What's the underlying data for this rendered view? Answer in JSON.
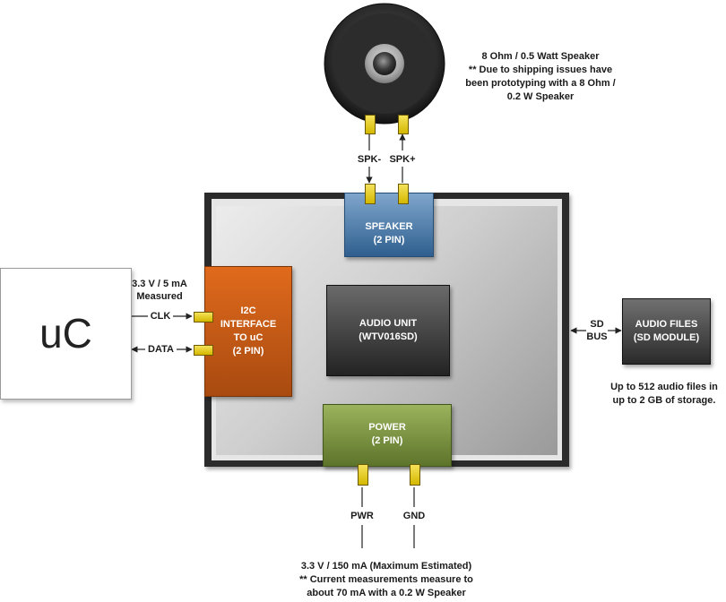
{
  "speaker": {
    "note_line1": "8 Ohm / 0.5 Watt Speaker",
    "note_line2": "** Due to shipping issues have",
    "note_line3": "been prototyping with a 8 Ohm /",
    "note_line4": "0.2 W Speaker"
  },
  "pins": {
    "spk_minus": "SPK-",
    "spk_plus": "SPK+",
    "clk": "CLK",
    "data": "DATA",
    "pwr": "PWR",
    "gnd": "GND"
  },
  "blocks": {
    "speaker_line1": "SPEAKER",
    "speaker_line2": "(2 PIN)",
    "i2c_line1": "I2C",
    "i2c_line2": "INTERFACE",
    "i2c_line3": "TO uC",
    "i2c_line4": "(2 PIN)",
    "audio_line1": "AUDIO UNIT",
    "audio_line2": "(WTV016SD)",
    "power_line1": "POWER",
    "power_line2": "(2 PIN)",
    "sd_line1": "AUDIO FILES",
    "sd_line2": "(SD MODULE)",
    "uc": "uC"
  },
  "annotations": {
    "i2c_power_line1": "3.3 V / 5 mA",
    "i2c_power_line2": "Measured",
    "sd_bus_line1": "SD",
    "sd_bus_line2": "BUS",
    "storage_line1": "Up to 512 audio files in",
    "storage_line2": "up to 2 GB of storage.",
    "power_line1": "3.3 V / 150 mA (Maximum Estimated)",
    "power_line2": "** Current measurements measure to",
    "power_line3": "about 70 mA with a 0.2 W Speaker"
  },
  "colors": {
    "speaker_block": "#2f5f8f",
    "i2c_block": "#c0561a",
    "power_block": "#7a9140",
    "pin": "#e0c400",
    "housing": "#2b2b2b"
  }
}
